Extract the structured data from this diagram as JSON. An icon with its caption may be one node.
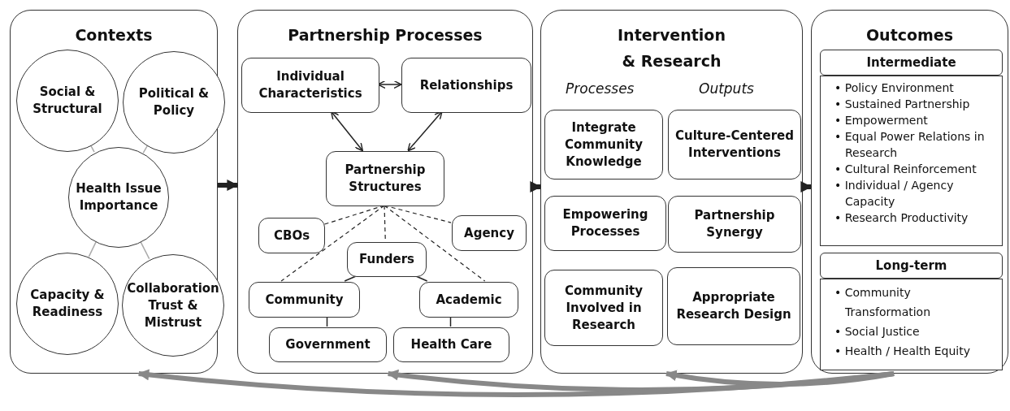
{
  "diagram": {
    "nodes": [
      {
        "text": [
          "Contexts"
        ]
      },
      {
        "text": [
          "Social & Structural"
        ],
        "in": 0
      },
      {
        "text": [
          "Political & Policy"
        ],
        "in": 0
      },
      {
        "text": [
          "Health Issue Importance"
        ],
        "in": 0
      },
      {
        "text": [
          "Capacity & Readiness"
        ],
        "in": 0
      },
      {
        "text": [
          "Collaboration Trust & Mistrust"
        ],
        "in": 0
      },
      {
        "text": [
          "Partnership Processes"
        ]
      },
      {
        "text": [
          "Individual Characteristics"
        ],
        "in": 6
      },
      {
        "text": [
          "Relationships"
        ],
        "in": 6
      },
      {
        "text": [
          "Partnership Structures"
        ],
        "in": 6
      },
      {
        "text": [
          "CBOs"
        ],
        "in": 6
      },
      {
        "text": [
          "Agency"
        ],
        "in": 6
      },
      {
        "text": [
          "Funders"
        ],
        "in": 6
      },
      {
        "text": [
          "Community"
        ],
        "in": 6
      },
      {
        "text": [
          "Academic"
        ],
        "in": 6
      },
      {
        "text": [
          "Government"
        ],
        "in": 6
      },
      {
        "text": [
          "Health Care"
        ],
        "in": 6
      },
      {
        "text": [
          "Intervention & Research"
        ]
      },
      {
        "text": [
          "Integrate Community Knowledge"
        ],
        "in": 17
      },
      {
        "text": [
          "Culture-Centered Interventions"
        ],
        "in": 17
      },
      {
        "text": [
          "Empowering Processes"
        ],
        "in": 17
      },
      {
        "text": [
          "Partnership Synergy"
        ],
        "in": 17
      },
      {
        "text": [
          "Community Involved in Research"
        ],
        "in": 17
      },
      {
        "text": [
          "Appropriate Research Design"
        ],
        "in": 17
      },
      {
        "text": [
          "Outcomes"
        ]
      },
      {
        "text": [
          "Intermediate"
        ],
        "in": 24
      },
      {
        "text": [
          "• Policy Environment",
          "• Sustained Partnership",
          "• Empowerment",
          "• Equal Power Relations in Research",
          "• Cultural Reinforcement",
          "• Individual / Agency Capacity",
          "• Research Productivity"
        ],
        "in": 24
      },
      {
        "text": [
          "Long-term"
        ],
        "in": 24
      },
      {
        "text": [
          "• Community Transformation",
          "• Social Justice",
          "• Health / Health Equity"
        ],
        "in": 24
      }
    ],
    "edges": [
      {
        "from": 1,
        "to": 3,
        "arrow": "none",
        "color": "#aaaaaa"
      },
      {
        "from": 2,
        "to": 3,
        "arrow": "none",
        "color": "#aaaaaa"
      },
      {
        "from": 3,
        "to": 4,
        "arrow": "none",
        "color": "#aaaaaa"
      },
      {
        "from": 3,
        "to": 5,
        "arrow": "none",
        "color": "#aaaaaa"
      },
      {
        "from": 0,
        "to": 6,
        "arrow": "to",
        "style": "thick"
      },
      {
        "from": 7,
        "to": 8,
        "arrow": "both"
      },
      {
        "from": 7,
        "to": 9,
        "arrow": "both"
      },
      {
        "from": 8,
        "to": 9,
        "arrow": "both"
      },
      {
        "from": 9,
        "to": 10,
        "arrow": "none",
        "style": "dashed"
      },
      {
        "from": 9,
        "to": 11,
        "arrow": "none",
        "style": "dashed"
      },
      {
        "from": 9,
        "to": 12,
        "arrow": "none",
        "style": "dashed"
      },
      {
        "from": 9,
        "to": 13,
        "arrow": "none",
        "style": "dashed"
      },
      {
        "from": 9,
        "to": 14,
        "arrow": "none",
        "style": "dashed"
      },
      {
        "from": 12,
        "to": 13,
        "arrow": "none"
      },
      {
        "from": 12,
        "to": 14,
        "arrow": "none"
      },
      {
        "from": 13,
        "to": 15,
        "arrow": "none"
      },
      {
        "from": 14,
        "to": 16,
        "arrow": "none"
      },
      {
        "from": 6,
        "to": 17,
        "arrow": "to",
        "style": "thick"
      },
      {
        "from": 17,
        "to": 24,
        "arrow": "to",
        "style": "thick"
      },
      {
        "from": 24,
        "to": 17,
        "arrow": "to",
        "style": "thick",
        "color": "#888888"
      },
      {
        "from": 24,
        "to": 6,
        "arrow": "to",
        "style": "thick",
        "color": "#888888"
      },
      {
        "from": 24,
        "to": 0,
        "arrow": "to",
        "style": "thick",
        "color": "#888888"
      }
    ],
    "labels": [
      "Processes",
      "Outputs"
    ]
  }
}
